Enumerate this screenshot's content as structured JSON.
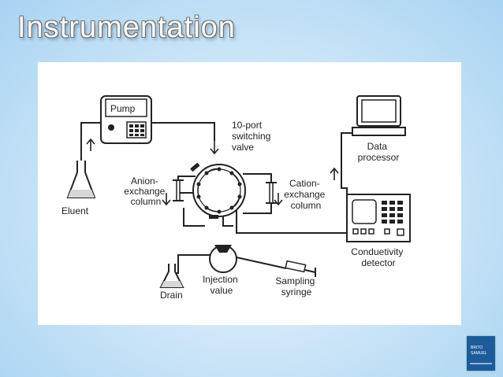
{
  "slide": {
    "title": "Instrumentation"
  },
  "diagram": {
    "pump": "Pump",
    "valve": [
      "10-port",
      "switching",
      "valve"
    ],
    "eluent": "Eluent",
    "anion_column": [
      "Anion-",
      "exchange",
      "column"
    ],
    "cation_column": [
      "Cation-",
      "exchange",
      "column"
    ],
    "data_processor": [
      "Data",
      "processor"
    ],
    "detector": [
      "Conduetivity",
      "detector"
    ],
    "drain": "Drain",
    "injection_valve": [
      "Injection",
      "value"
    ],
    "syringe": [
      "Sampling",
      "syringe"
    ]
  },
  "logo": {
    "line1": "BRITO",
    "line2": "SAMUEL"
  },
  "colors": {
    "logo": "#1c5c9a",
    "line": "#222222"
  }
}
